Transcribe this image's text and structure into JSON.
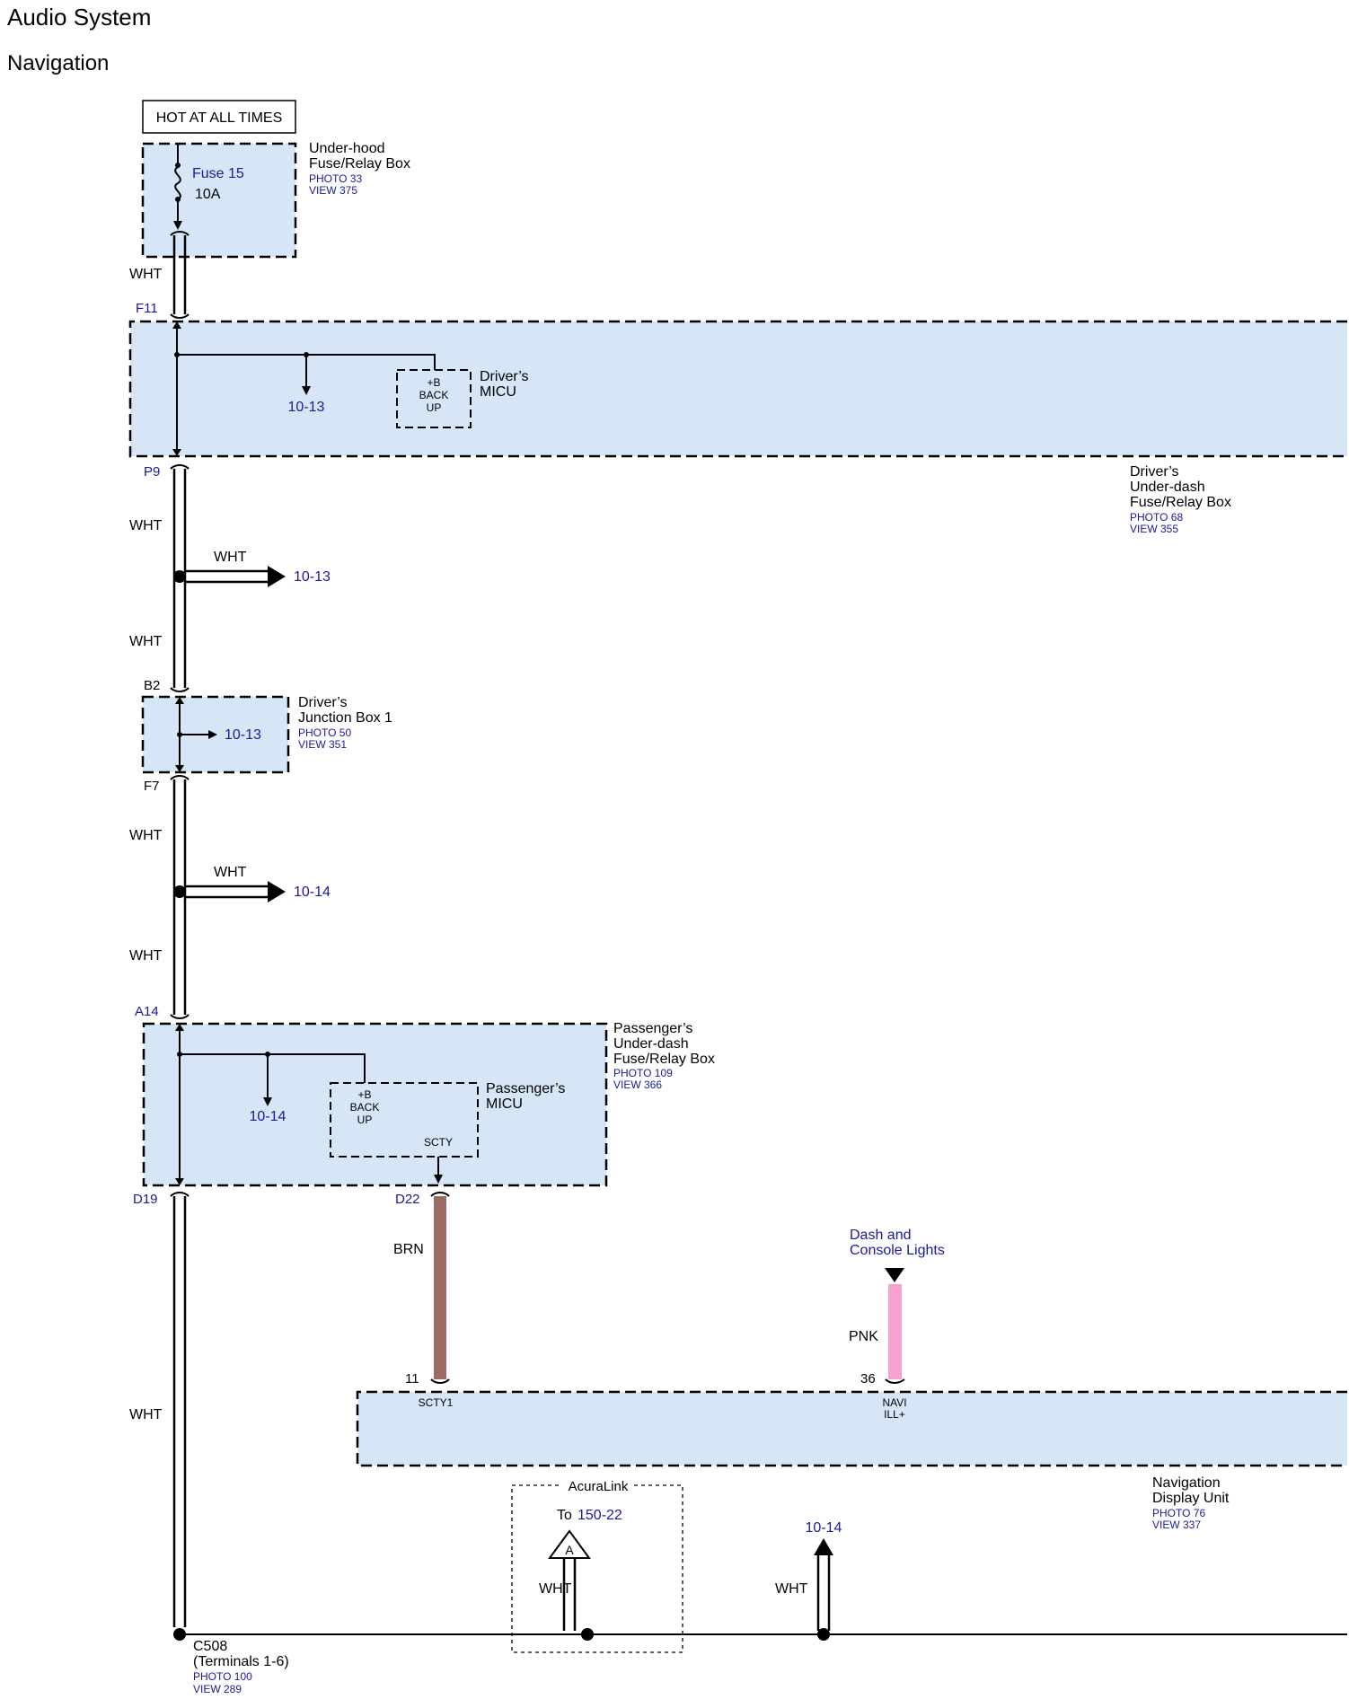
{
  "title": "Audio System",
  "subtitle": "Navigation",
  "hot_label": "HOT AT ALL TIMES",
  "underhood": {
    "fuse_name": "Fuse 15",
    "fuse_rating": "10A",
    "line1": "Under-hood",
    "line2": "Fuse/Relay Box",
    "photo": "PHOTO 33",
    "view": "VIEW 375"
  },
  "driver_micu": {
    "line1": "Driver’s",
    "line2": "MICU",
    "b1": "+B",
    "b2": "BACK",
    "b3": "UP",
    "ref": "10-13"
  },
  "driver_underdash": {
    "line1": "Driver’s",
    "line2": "Under-dash",
    "line3": "Fuse/Relay Box",
    "photo": "PHOTO 68",
    "view": "VIEW 355"
  },
  "junction": {
    "line1": "Driver’s",
    "line2": "Junction Box 1",
    "photo": "PHOTO 50",
    "view": "VIEW 351",
    "ref": "10-13"
  },
  "pass_box": {
    "line1": "Passenger’s",
    "line2": "Under-dash",
    "line3": "Fuse/Relay Box",
    "photo": "PHOTO 109",
    "view": "VIEW 366"
  },
  "pass_micu": {
    "line1": "Passenger’s",
    "line2": "MICU",
    "b1": "+B",
    "b2": "BACK",
    "b3": "UP",
    "scty": "SCTY",
    "ref": "10-14"
  },
  "connectors": {
    "f11": "F11",
    "p9": "P9",
    "b2": "B2",
    "f7": "F7",
    "a14": "A14",
    "d19": "D19",
    "d22": "D22"
  },
  "wires": {
    "wht": "WHT",
    "brn": "BRN",
    "pnk": "PNK"
  },
  "splices": {
    "ref1": "10-13",
    "ref2": "10-14"
  },
  "dash_lights": {
    "line1": "Dash and",
    "line2": "Console Lights"
  },
  "nav_unit": {
    "pin11": "11",
    "pin11_label": "SCTY1",
    "pin36": "36",
    "pin36_l1": "NAVI",
    "pin36_l2": "ILL+",
    "line1": "Navigation",
    "line2": "Display Unit",
    "photo": "PHOTO 76",
    "view": "VIEW 337"
  },
  "acuralink": {
    "label": "AcuraLink",
    "to": "To",
    "ref": "150-22",
    "connector": "A"
  },
  "ground_ref": "10-14",
  "c508": {
    "line1": "C508",
    "line2": "(Terminals 1-6)",
    "photo": "PHOTO 100",
    "view": "VIEW 289"
  },
  "colors": {
    "box_fill": "#d6e6f7",
    "blue_text": "#1a1a9a",
    "brn": "#9c6b64",
    "pnk": "#f7a1cf"
  }
}
